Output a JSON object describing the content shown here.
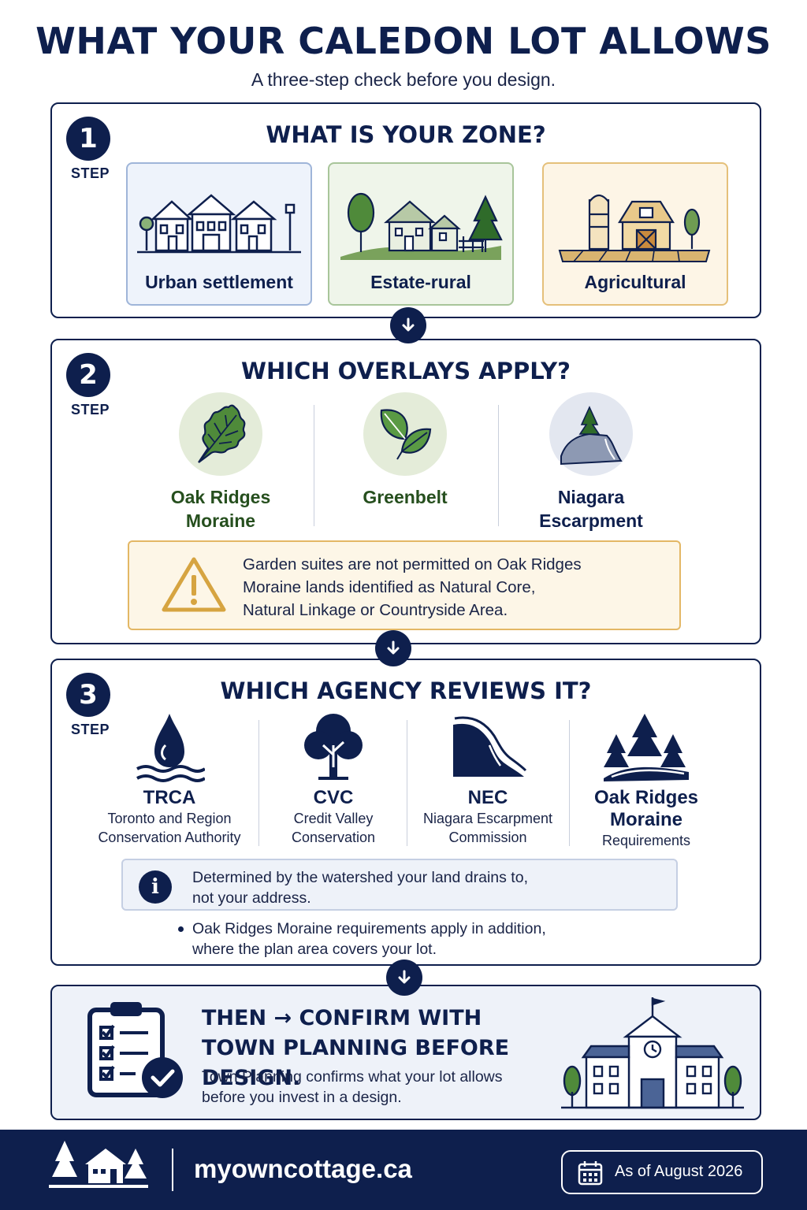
{
  "header": {
    "title": "WHAT YOUR CALEDON LOT ALLOWS",
    "subtitle": "A three-step check before you design."
  },
  "step1": {
    "number": "1",
    "step_label": "STEP",
    "heading": "WHAT IS YOUR ZONE?",
    "zones": [
      {
        "label": "Urban settlement",
        "icon": "houses-icon",
        "color": "#eef3fb",
        "border": "#9fb5d9"
      },
      {
        "label": "Estate-rural",
        "icon": "country-house-icon",
        "color": "#eff5ea",
        "border": "#a8c59a"
      },
      {
        "label": "Agricultural",
        "icon": "barn-icon",
        "color": "#fdf5e6",
        "border": "#e5c07a"
      }
    ]
  },
  "step2": {
    "number": "2",
    "step_label": "STEP",
    "heading": "WHICH OVERLAYS APPLY?",
    "overlays": [
      {
        "label_line1": "Oak Ridges",
        "label_line2": "Moraine",
        "icon": "oak-leaf-icon"
      },
      {
        "label_line1": "Greenbelt",
        "label_line2": "",
        "icon": "leaves-icon"
      },
      {
        "label_line1": "Niagara",
        "label_line2": "Escarpment",
        "icon": "escarpment-icon"
      }
    ],
    "warning": {
      "icon": "warning-triangle-icon",
      "line1": "Garden suites are not permitted on Oak Ridges",
      "line2": "Moraine lands identified as Natural Core,",
      "line3": "Natural Linkage or Countryside Area."
    }
  },
  "step3": {
    "number": "3",
    "step_label": "STEP",
    "heading": "WHICH AGENCY REVIEWS IT?",
    "agencies": [
      {
        "abbr": "TRCA",
        "line1": "Toronto and Region",
        "line2": "Conservation Authority",
        "icon": "water-drop-icon"
      },
      {
        "abbr": "CVC",
        "line1": "Credit Valley",
        "line2": "Conservation",
        "icon": "tree-icon"
      },
      {
        "abbr": "NEC",
        "line1": "Niagara Escarpment",
        "line2": "Commission",
        "icon": "cliff-icon"
      },
      {
        "abbr1": "Oak Ridges",
        "abbr2": "Moraine",
        "line1": "Requirements",
        "icon": "pine-trees-icon"
      }
    ],
    "info": {
      "icon": "info-icon",
      "glyph": "i",
      "line1": "Determined by the watershed your land drains to,",
      "line2": "not your address."
    },
    "note": {
      "line1": "Oak Ridges Moraine requirements apply in addition,",
      "line2": "where the plan area covers your lot."
    }
  },
  "final": {
    "heading_line1": "THEN → CONFIRM WITH",
    "heading_line2": "TOWN PLANNING BEFORE DESIGN.",
    "body_line1": "Town Planning confirms what your lot allows",
    "body_line2": "before you invest in a design.",
    "icon_left": "checklist-icon",
    "icon_right": "town-hall-icon"
  },
  "footer": {
    "site": "myowncottage.ca",
    "date": "As of August 2026",
    "logo_icon": "cottage-logo-icon",
    "date_icon": "calendar-icon"
  },
  "colors": {
    "navy": "#0e1f4d",
    "warning_bg": "#fdf6e7",
    "warning_border": "#e3b765",
    "info_bg": "#eef2f9"
  }
}
